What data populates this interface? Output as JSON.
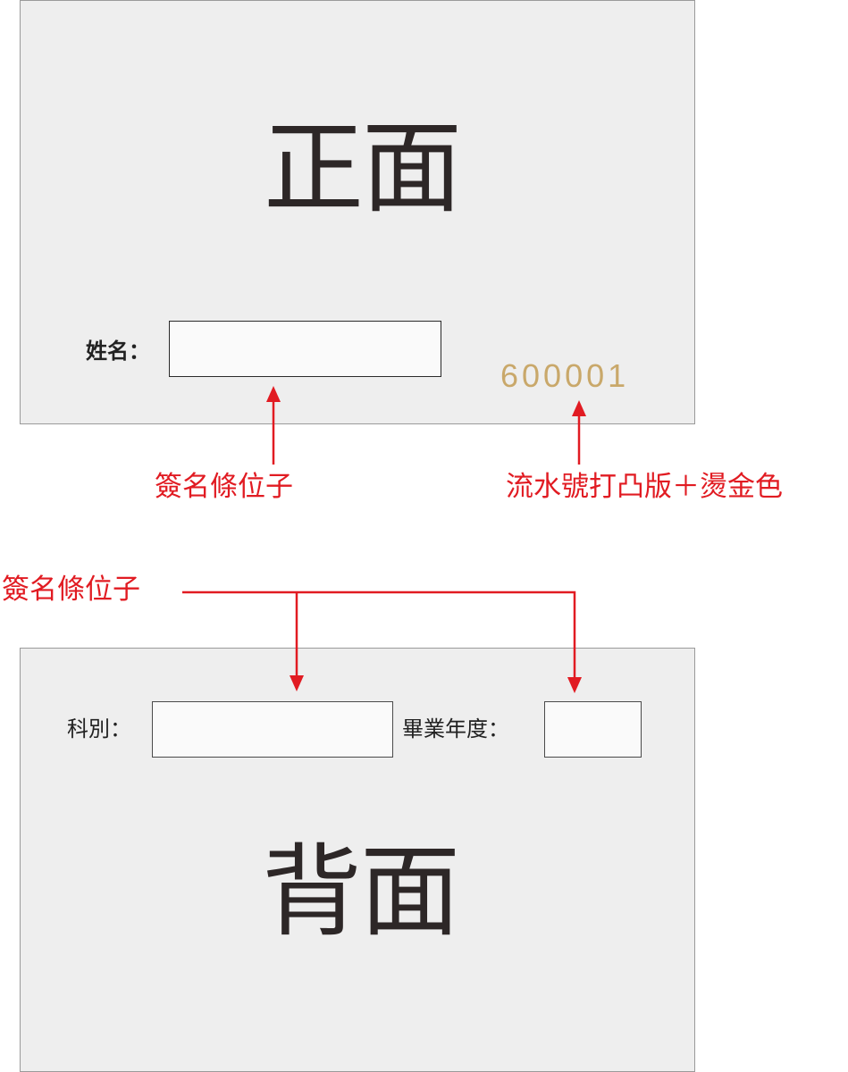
{
  "front": {
    "title": "正面",
    "name_label": "姓名：",
    "serial_number": "600001"
  },
  "back": {
    "title": "背面",
    "department_label": "科別：",
    "graduation_year_label": "畢業年度："
  },
  "annotations": {
    "signature_area_front": "簽名條位子",
    "serial_note": "流水號打凸版＋燙金色",
    "signature_area_back": "簽名條位子"
  },
  "colors": {
    "card_background": "#eeeeee",
    "annotation_red": "#e11b22",
    "serial_gold": "#c9a86a",
    "title_dark": "#2d2727"
  }
}
